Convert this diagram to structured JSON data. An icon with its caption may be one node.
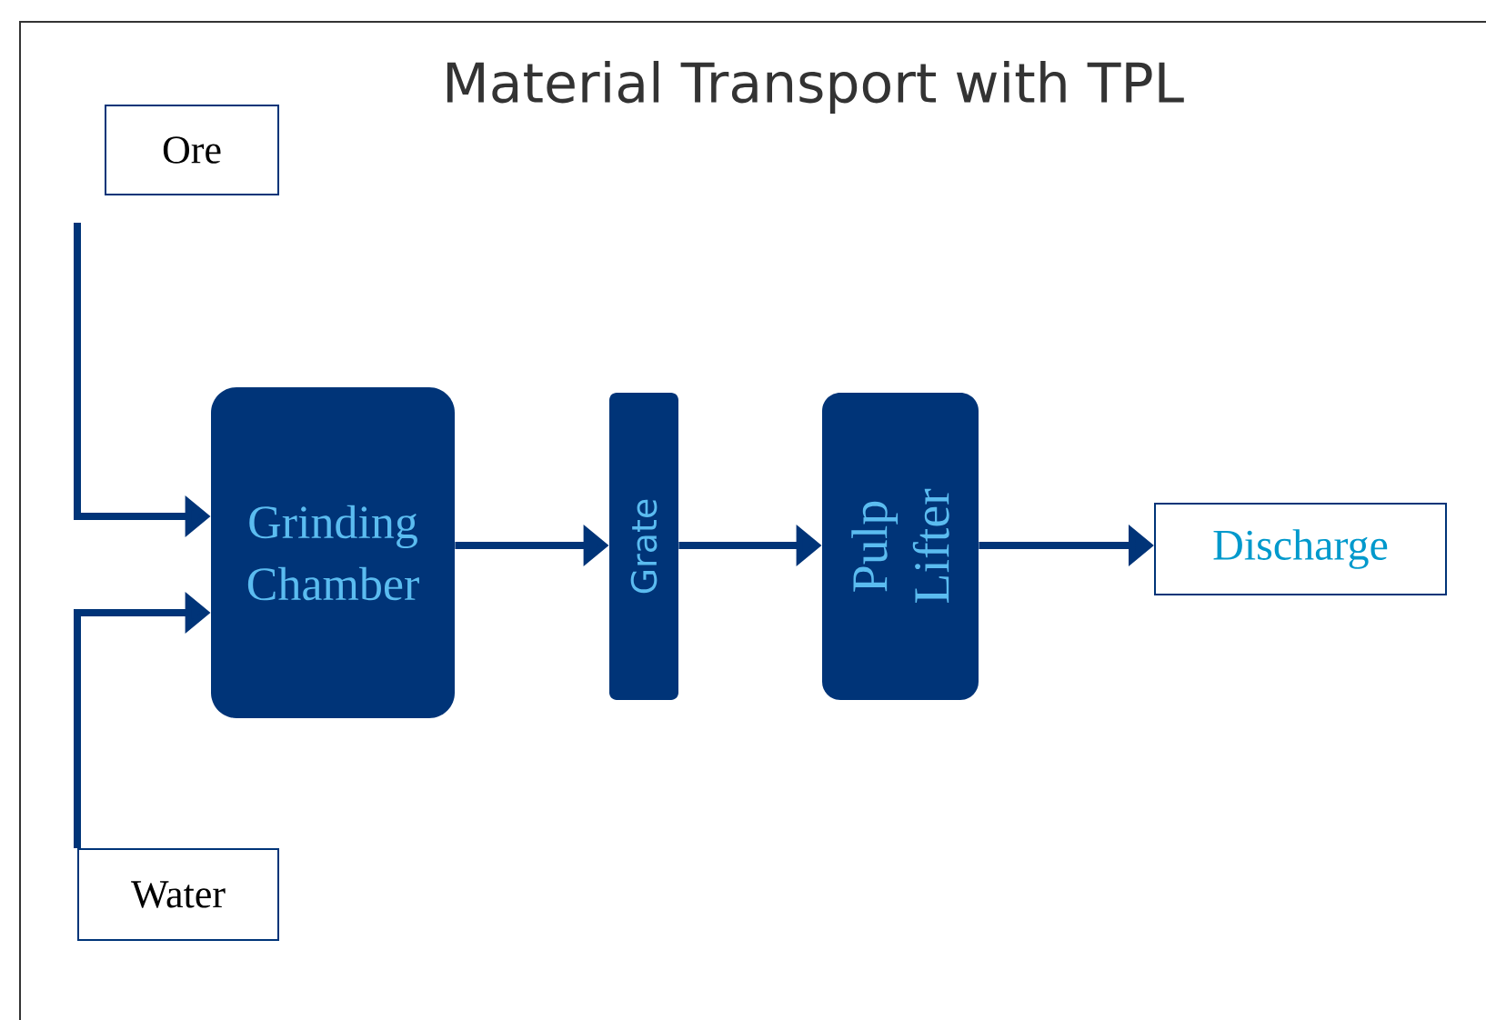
{
  "diagram": {
    "title": "Material Transport with TPL",
    "nodes": [
      {
        "text": [
          "Ore"
        ]
      },
      {
        "text": [
          "Water"
        ]
      },
      {
        "text": [
          "Grinding Chamber"
        ]
      },
      {
        "text": [
          "Grate"
        ]
      },
      {
        "text": [
          "Pulp Lifter"
        ]
      },
      {
        "text": [
          "Discharge"
        ]
      }
    ],
    "edges": [
      {
        "from": 0,
        "to": 2,
        "arrow": "to"
      },
      {
        "from": 1,
        "to": 2,
        "arrow": "to"
      },
      {
        "from": 2,
        "to": 3,
        "arrow": "to"
      },
      {
        "from": 3,
        "to": 4,
        "arrow": "to"
      },
      {
        "from": 4,
        "to": 5,
        "arrow": "to"
      }
    ]
  }
}
